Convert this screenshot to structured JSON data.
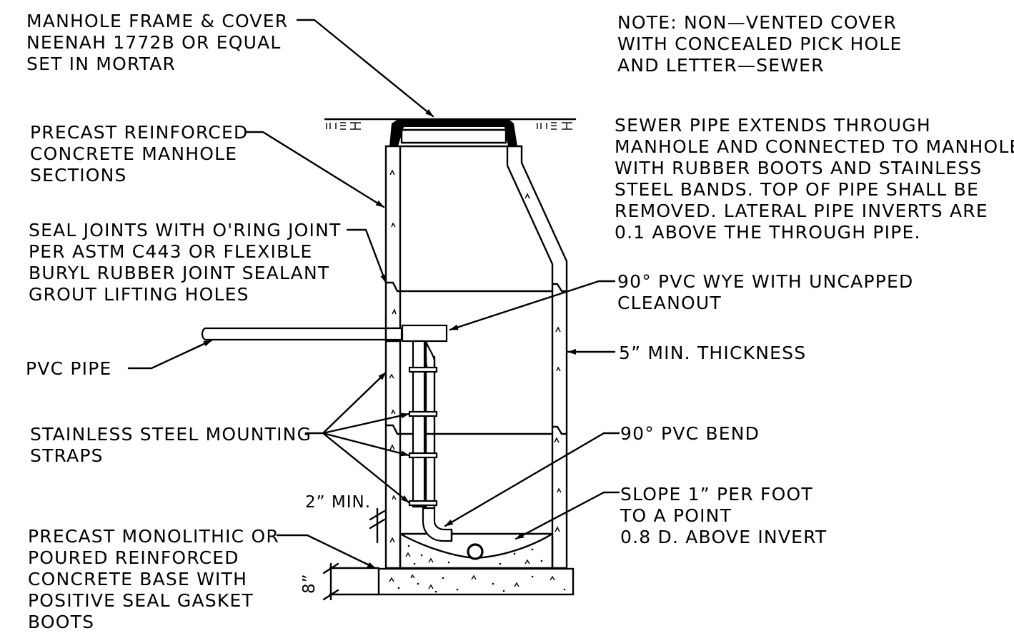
{
  "labels": {
    "frame": [
      "MANHOLE FRAME & COVER",
      "NEENAH 1772B OR EQUAL",
      "SET IN MORTAR"
    ],
    "note": [
      "NOTE: NON—VENTED COVER",
      "WITH CONCEALED PICK HOLE",
      "AND LETTER—SEWER"
    ],
    "precast_sections": [
      "PRECAST REINFORCED",
      "CONCRETE MANHOLE",
      "SECTIONS"
    ],
    "sewer_pipe": [
      "SEWER PIPE EXTENDS THROUGH",
      "MANHOLE AND CONNECTED TO MANHOLE",
      "WITH RUBBER BOOTS AND STAINLESS",
      "STEEL BANDS.  TOP OF PIPE SHALL BE",
      "REMOVED.  LATERAL PIPE INVERTS ARE",
      "0.1 ABOVE THE THROUGH PIPE."
    ],
    "seal_joints": [
      "SEAL JOINTS WITH O'RING JOINT",
      "PER ASTM C443 OR FLEXIBLE",
      "BURYL RUBBER JOINT SEALANT",
      "GROUT LIFTING HOLES"
    ],
    "wye": [
      "90° PVC WYE WITH UNCAPPED",
      "CLEANOUT"
    ],
    "pvc_pipe": "PVC PIPE",
    "thickness": "5” MIN. THICKNESS",
    "straps": [
      "STAINLESS STEEL MOUNTING",
      "STRAPS"
    ],
    "bend": "90° PVC BEND",
    "min_2": "2” MIN.",
    "slope": [
      "SLOPE 1” PER FOOT",
      "TO A POINT",
      "0.8 D. ABOVE INVERT"
    ],
    "base": [
      "PRECAST MONOLITHIC OR",
      "POURED REINFORCED",
      "CONCRETE BASE WITH",
      "POSITIVE SEAL GASKET",
      "BOOTS"
    ],
    "dim_8": "8”"
  }
}
